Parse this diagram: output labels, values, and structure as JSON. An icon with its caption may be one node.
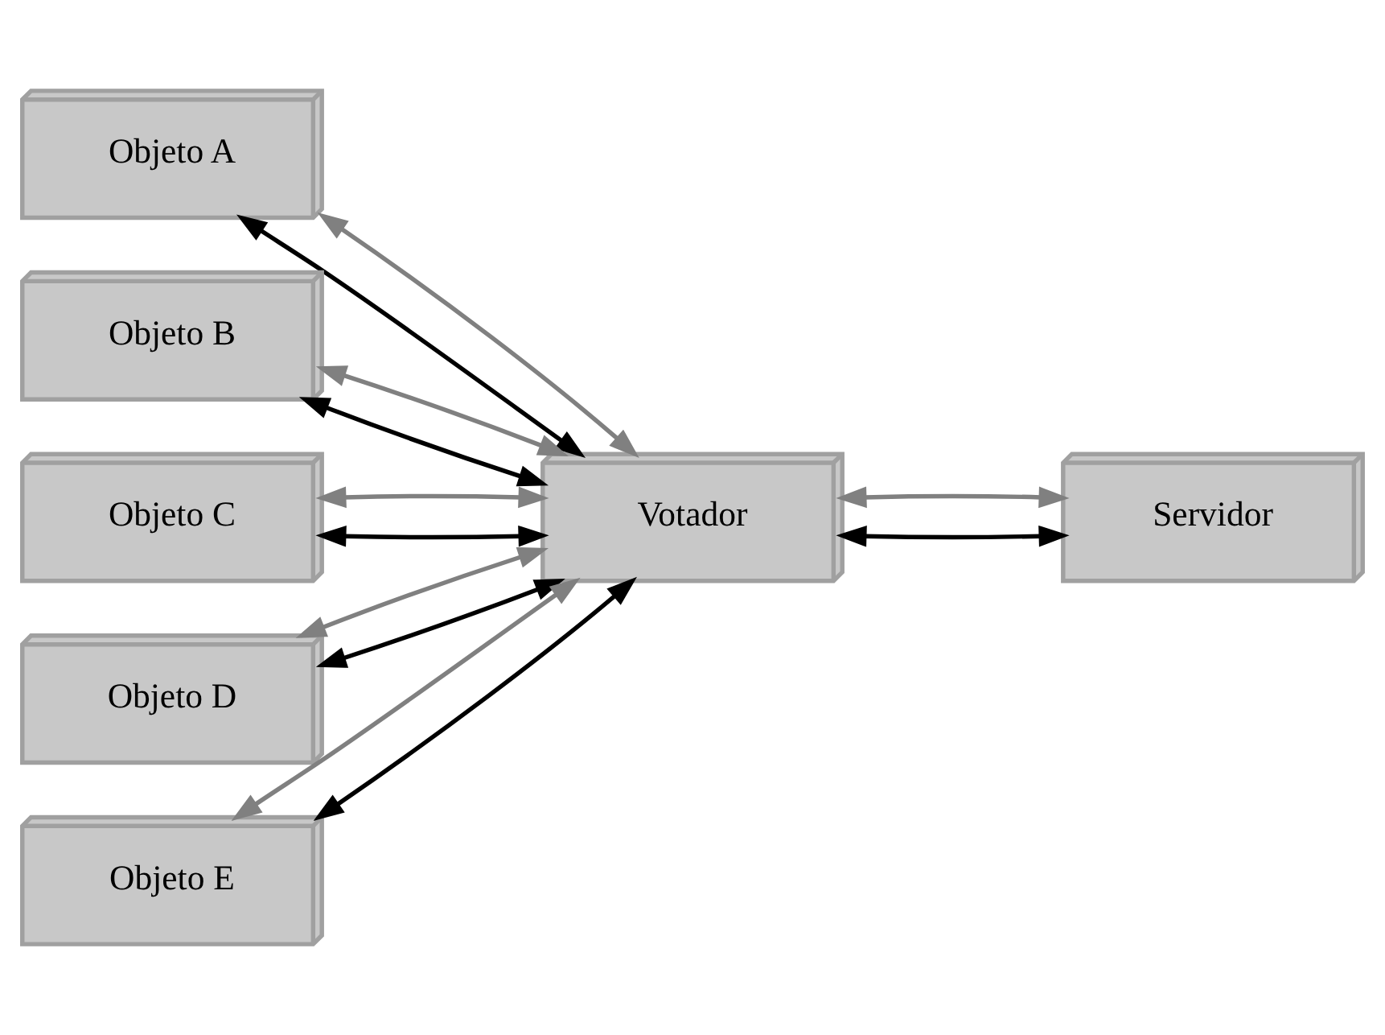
{
  "diagram": {
    "nodes": [
      {
        "text": [
          "Objeto A"
        ]
      },
      {
        "text": [
          "Objeto B"
        ]
      },
      {
        "text": [
          "Objeto C"
        ]
      },
      {
        "text": [
          "Objeto D"
        ]
      },
      {
        "text": [
          "Objeto E"
        ]
      },
      {
        "text": [
          "Votador"
        ]
      },
      {
        "text": [
          "Servidor"
        ]
      }
    ],
    "edges": [
      {
        "from": 0,
        "to": 5,
        "arrow": "both"
      },
      {
        "from": 0,
        "to": 5,
        "arrow": "both",
        "color": "#808080"
      },
      {
        "from": 1,
        "to": 5,
        "arrow": "both"
      },
      {
        "from": 1,
        "to": 5,
        "arrow": "both",
        "color": "#808080"
      },
      {
        "from": 2,
        "to": 5,
        "arrow": "both"
      },
      {
        "from": 2,
        "to": 5,
        "arrow": "both",
        "color": "#808080"
      },
      {
        "from": 3,
        "to": 5,
        "arrow": "both"
      },
      {
        "from": 3,
        "to": 5,
        "arrow": "both",
        "color": "#808080"
      },
      {
        "from": 4,
        "to": 5,
        "arrow": "both"
      },
      {
        "from": 4,
        "to": 5,
        "arrow": "both",
        "color": "#808080"
      },
      {
        "from": 5,
        "to": 6,
        "arrow": "both"
      },
      {
        "from": 5,
        "to": 6,
        "arrow": "both",
        "color": "#808080"
      }
    ]
  }
}
